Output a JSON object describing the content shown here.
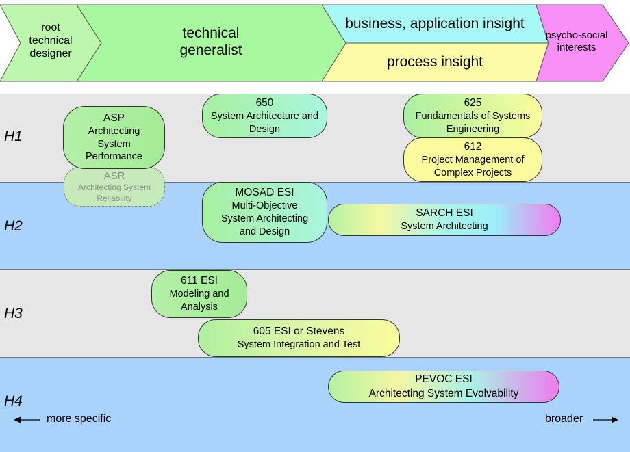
{
  "chevrons": [
    {
      "label": "root technical designer",
      "lines": [
        "root",
        "technical",
        "designer"
      ],
      "fill": "#bcf7ad"
    },
    {
      "label": "technical generalist",
      "lines": [
        "technical",
        "generalist"
      ],
      "fill": "#a8f8a0"
    },
    {
      "label": "business, application insight",
      "lines": [
        "business, application insight"
      ],
      "fill": "#a8f8f8"
    },
    {
      "label": "process insight",
      "lines": [
        "process insight"
      ],
      "fill": "#fbfba8"
    },
    {
      "label": "psycho-social interests",
      "lines": [
        "psycho-social",
        "interests"
      ],
      "fill": "#f890f8"
    }
  ],
  "levels": [
    "H1",
    "H2",
    "H3",
    "H4"
  ],
  "courses": {
    "asp": {
      "code": "ASP",
      "lines": [
        "Architecting",
        "System",
        "Performance"
      ]
    },
    "asr": {
      "code": "ASR",
      "lines": [
        "Architecting System",
        "Reliability"
      ]
    },
    "c650": {
      "code": "650",
      "lines": [
        "System Architecture and",
        "Design"
      ]
    },
    "c625": {
      "code": "625",
      "lines": [
        "Fundamentals of Systems",
        "Engineering"
      ]
    },
    "c612": {
      "code": "612",
      "lines": [
        "Project Management of",
        "Complex Projects"
      ]
    },
    "mosad": {
      "code": "MOSAD",
      "suffix": " ESI",
      "lines": [
        "Multi-Objective",
        "System Architecting",
        "and Design"
      ]
    },
    "sarch": {
      "code": "SARCH",
      "suffix": " ESI",
      "lines": [
        "System Architecting"
      ]
    },
    "c611": {
      "code": "611",
      "suffix": " ESI",
      "lines": [
        "Modeling and",
        "Analysis"
      ]
    },
    "c605": {
      "code": "605",
      "suffix": " ESI or Stevens",
      "lines": [
        "System Integration and Test"
      ]
    },
    "pevoc": {
      "code": "PEVOC",
      "suffix": " ESI",
      "lines": [
        "Architecting System Evolvability"
      ]
    }
  },
  "axis": {
    "left": "more specific",
    "right": "broader"
  },
  "colors": {
    "outline": "#333333",
    "grey_band": "#e6e6e6",
    "blue_band": "#a9d3fb"
  }
}
